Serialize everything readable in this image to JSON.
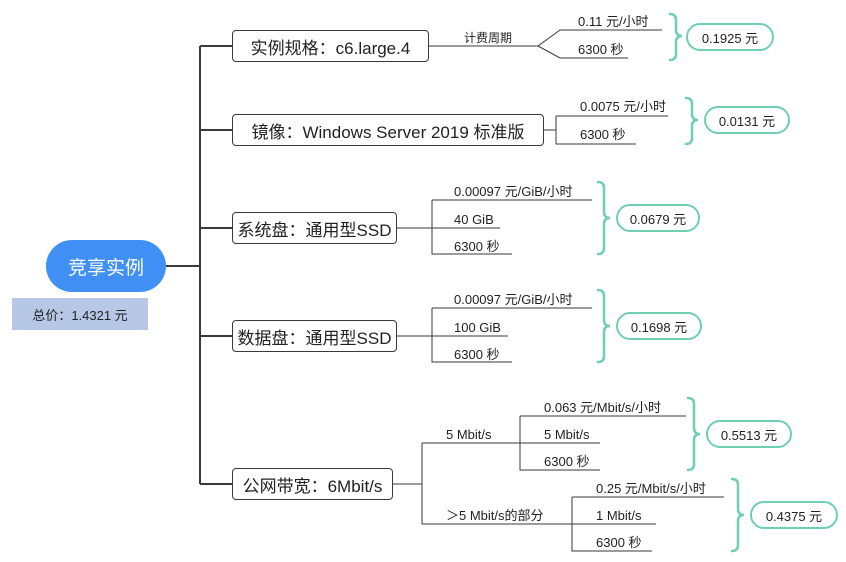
{
  "root": {
    "label": "竞享实例"
  },
  "total": {
    "label": "总价：1.4321 元"
  },
  "items": [
    {
      "label": "实例规格：c6.large.4",
      "branch_label": "计费周期",
      "params": [
        "0.11 元/小时",
        "6300 秒"
      ],
      "result": "0.1925 元"
    },
    {
      "label": "镜像：Windows Server 2019 标准版",
      "params": [
        "0.0075 元/小时",
        "6300 秒"
      ],
      "result": "0.0131 元"
    },
    {
      "label": "系统盘：通用型SSD",
      "params": [
        "0.00097 元/GiB/小时",
        "40 GiB",
        "6300 秒"
      ],
      "result": "0.0679 元"
    },
    {
      "label": "数据盘：通用型SSD",
      "params": [
        "0.00097 元/GiB/小时",
        "100 GiB",
        "6300 秒"
      ],
      "result": "0.1698 元"
    },
    {
      "label": "公网带宽：6Mbit/s",
      "tiers": [
        {
          "label": "5 Mbit/s",
          "params": [
            "0.063 元/Mbit/s/小时",
            "5 Mbit/s",
            "6300 秒"
          ],
          "result": "0.5513 元"
        },
        {
          "label": "＞5 Mbit/s的部分",
          "params": [
            "0.25 元/Mbit/s/小时",
            "1 Mbit/s",
            "6300 秒"
          ],
          "result": "0.4375 元"
        }
      ]
    }
  ],
  "colors": {
    "root": "#3f8ff4",
    "total_bg": "#b7c8e6",
    "brace": "#6fcfb0",
    "line": "#3a3a3a"
  }
}
